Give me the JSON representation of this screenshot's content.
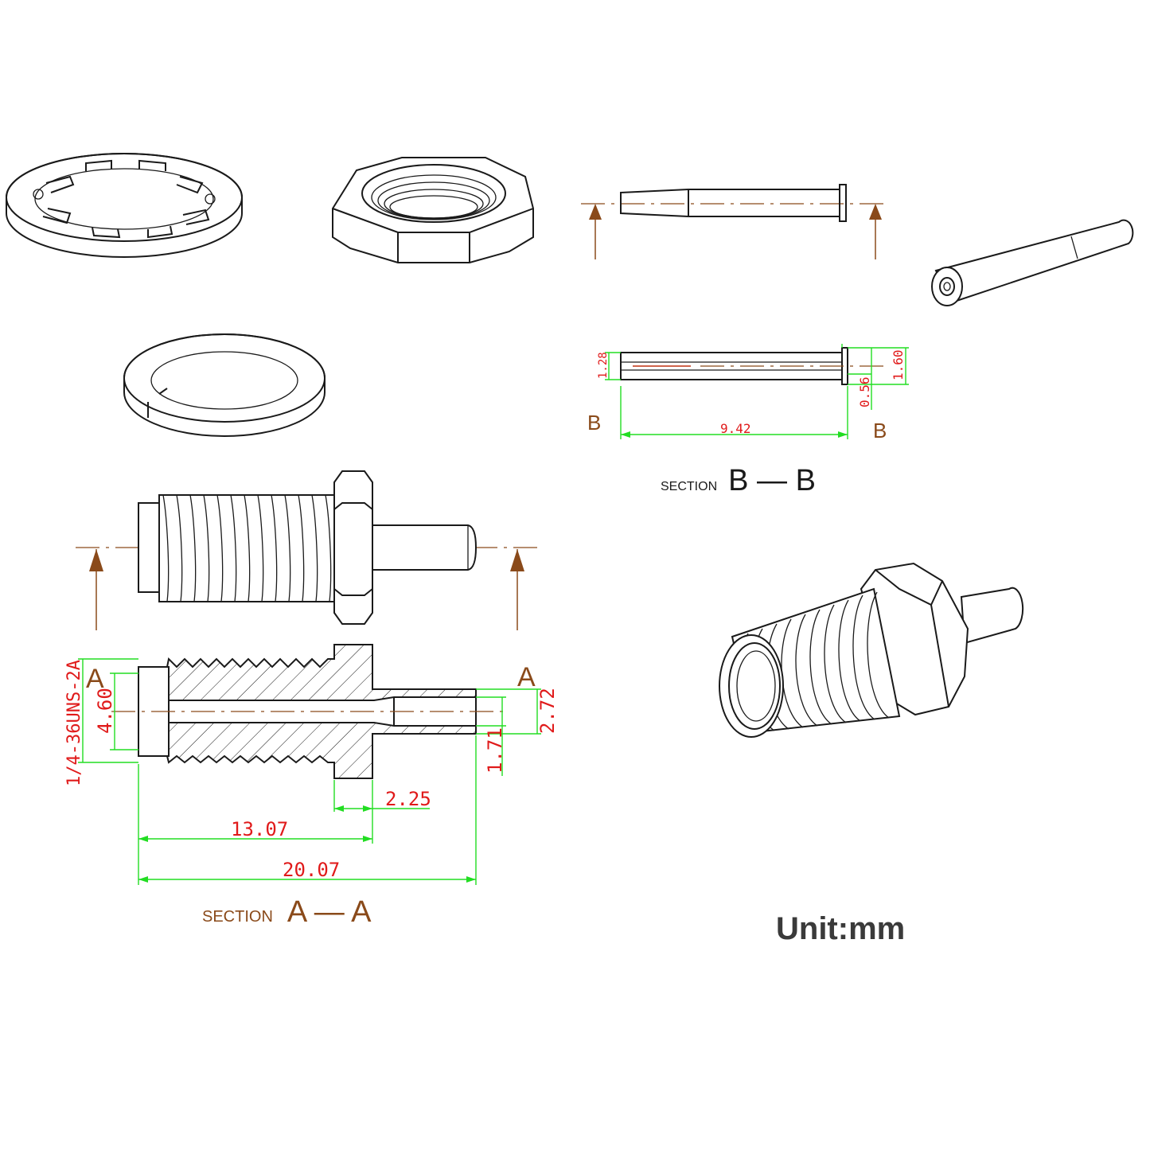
{
  "section_aa": {
    "prefix": "SECTION",
    "label": "A — A",
    "cut_left": "A",
    "cut_right": "A",
    "dims": {
      "thread": "1/4-36UNS-2A",
      "bore": "4.60",
      "pin_outer": "2.72",
      "pin_inner": "1.71",
      "flange": "2.25",
      "body": "13.07",
      "overall": "20.07"
    }
  },
  "section_bb": {
    "prefix": "SECTION",
    "label": "B — B",
    "cut_left": "B",
    "cut_right": "B",
    "dims": {
      "inner": "1.28",
      "head": "1.60",
      "head_len": "0.56",
      "length": "9.42"
    }
  },
  "unit_label": "Unit:mm",
  "colors": {
    "line": "#1a1a1a",
    "section_marks": "#8a4a1a",
    "dimension_lines": "#22dd22",
    "dimension_text": "#e01a1a",
    "unit_text": "#3a3a3a"
  }
}
